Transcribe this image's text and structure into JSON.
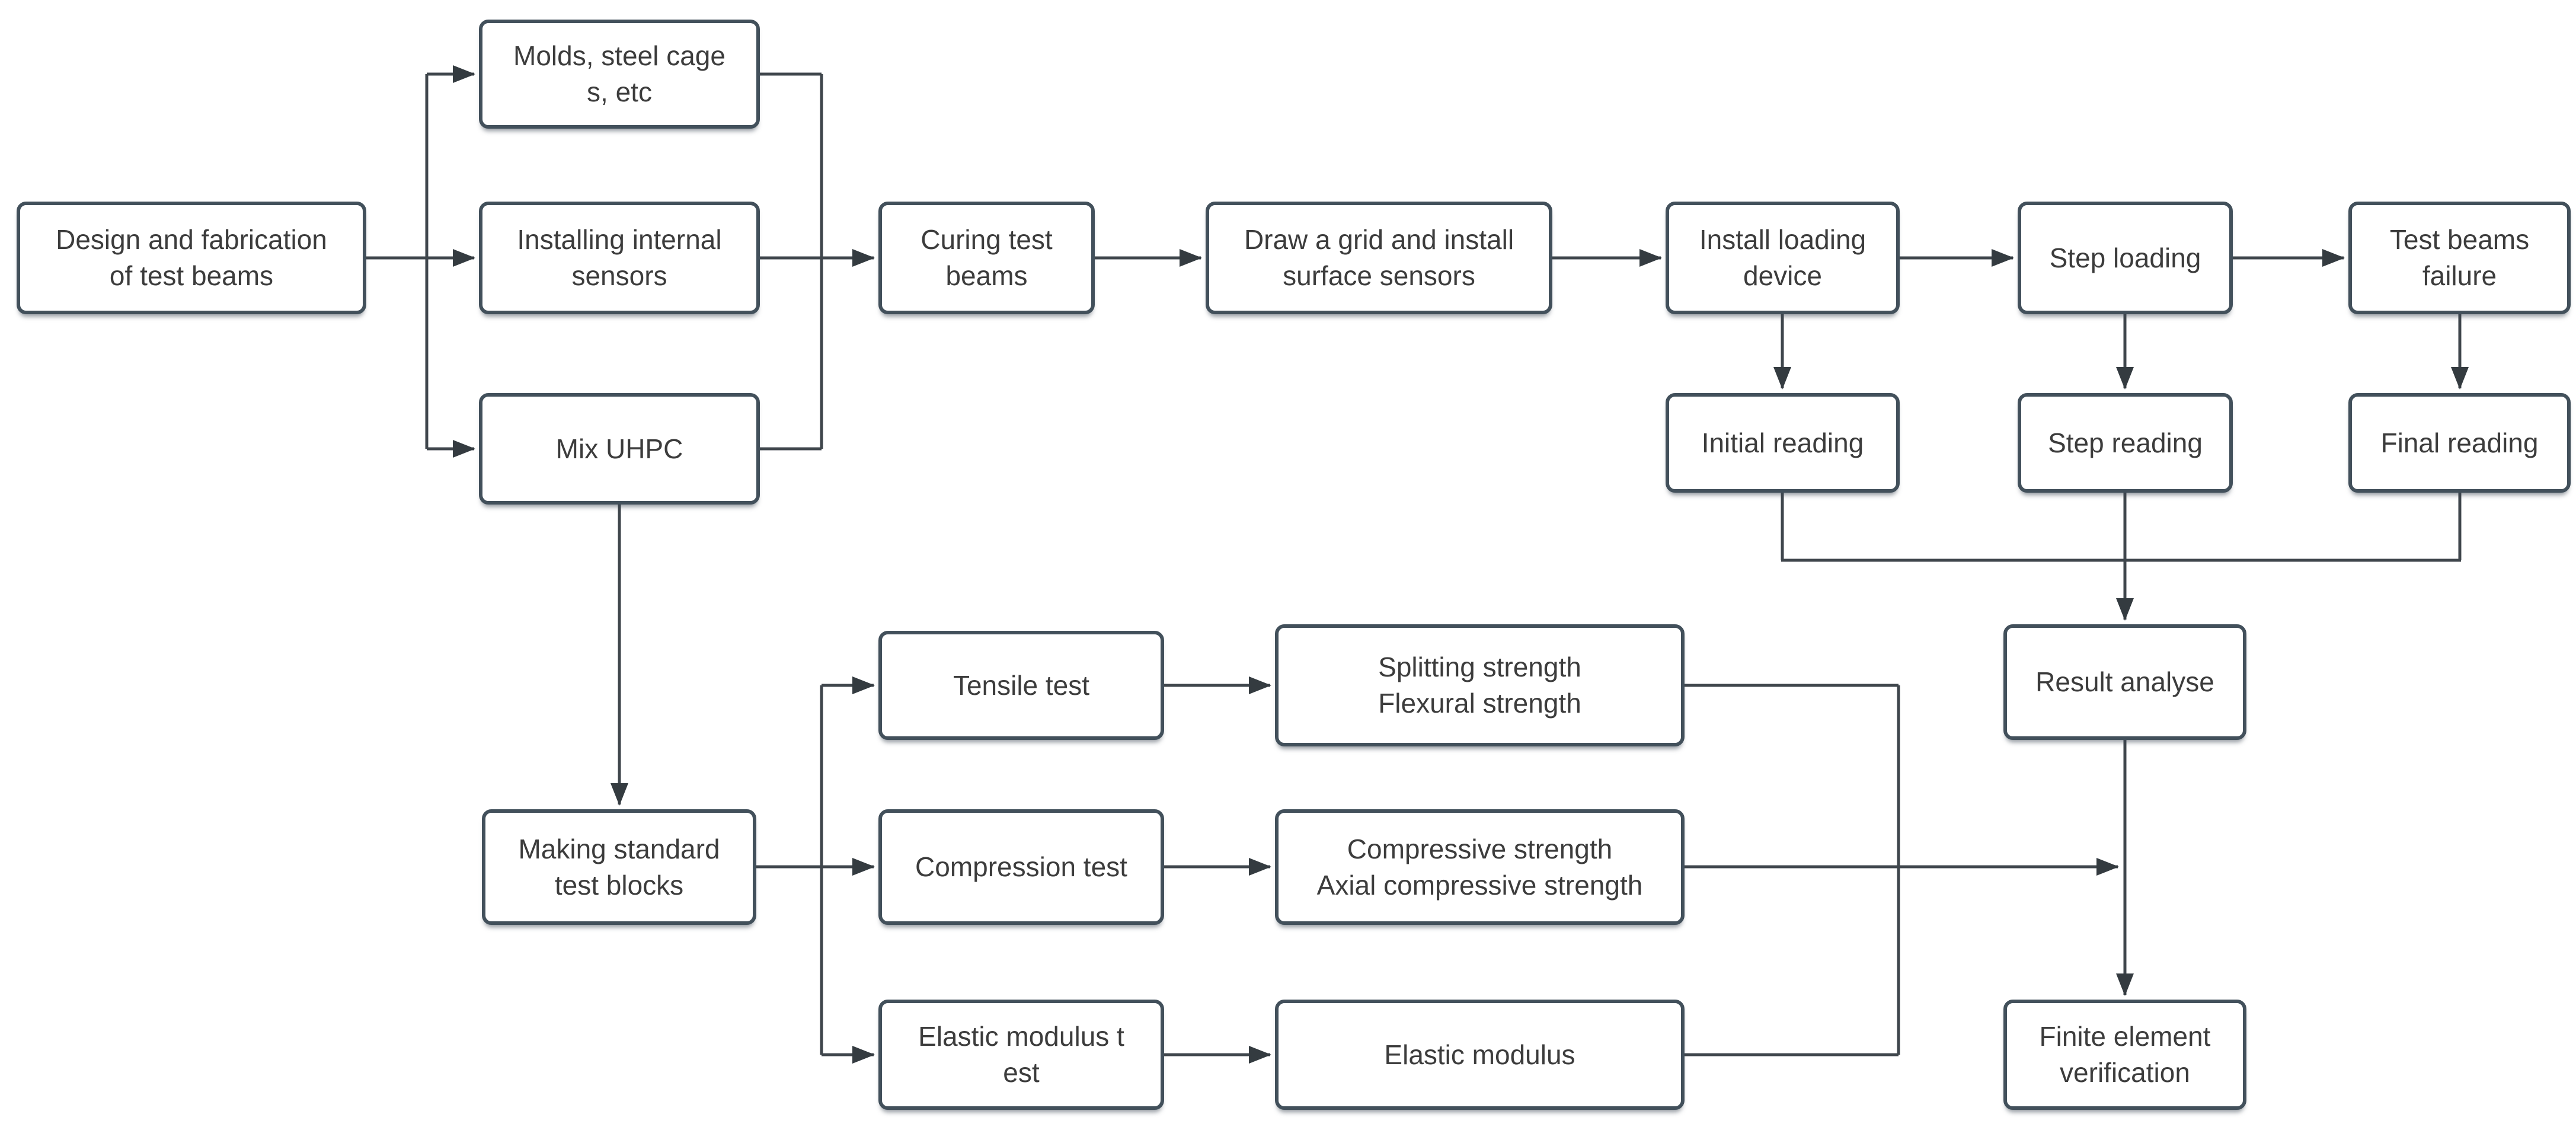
{
  "diagram": {
    "colors": {
      "background": "#ffffff",
      "box_border": "#42505b",
      "box_fill": "#ffffff",
      "connector_line": "#3f464c",
      "arrowhead": "#343b40",
      "text": "#3c3c3c"
    },
    "nodes": {
      "design_fabrication": {
        "label": "Design and fabrication\nof test beams"
      },
      "molds_steel_cages": {
        "label": "Molds, steel cage\ns, etc"
      },
      "installing_internal_sensors": {
        "label": "Installing internal\nsensors"
      },
      "mix_uhpc": {
        "label": "Mix UHPC"
      },
      "curing_test_beams": {
        "label": "Curing test\nbeams"
      },
      "draw_grid_install_surface_sensors": {
        "label": "Draw a grid and install\nsurface sensors"
      },
      "install_loading_device": {
        "label": "Install loading\ndevice"
      },
      "step_loading": {
        "label": "Step loading"
      },
      "test_beams_failure": {
        "label": "Test beams\nfailure"
      },
      "initial_reading": {
        "label": "Initial reading"
      },
      "step_reading": {
        "label": "Step reading"
      },
      "final_reading": {
        "label": "Final reading"
      },
      "result_analyse": {
        "label": "Result analyse"
      },
      "making_standard_test_blocks": {
        "label": "Making standard\ntest blocks"
      },
      "tensile_test": {
        "label": "Tensile test"
      },
      "splitting_flexural_strength": {
        "label": "Splitting strength\nFlexural strength"
      },
      "compression_test": {
        "label": "Compression test"
      },
      "compressive_axial_strength": {
        "label": "Compressive strength\nAxial compressive strength"
      },
      "elastic_modulus_test": {
        "label": "Elastic modulus t\nest"
      },
      "elastic_modulus": {
        "label": "Elastic modulus"
      },
      "finite_element_verification": {
        "label": "Finite element\nverification"
      }
    },
    "edges": [
      {
        "from": "design_fabrication",
        "to": "molds_steel_cages"
      },
      {
        "from": "design_fabrication",
        "to": "installing_internal_sensors"
      },
      {
        "from": "design_fabrication",
        "to": "mix_uhpc"
      },
      {
        "from": "molds_steel_cages",
        "to": "curing_test_beams"
      },
      {
        "from": "installing_internal_sensors",
        "to": "curing_test_beams"
      },
      {
        "from": "mix_uhpc",
        "to": "curing_test_beams"
      },
      {
        "from": "curing_test_beams",
        "to": "draw_grid_install_surface_sensors"
      },
      {
        "from": "draw_grid_install_surface_sensors",
        "to": "install_loading_device"
      },
      {
        "from": "install_loading_device",
        "to": "step_loading"
      },
      {
        "from": "step_loading",
        "to": "test_beams_failure"
      },
      {
        "from": "install_loading_device",
        "to": "initial_reading"
      },
      {
        "from": "step_loading",
        "to": "step_reading"
      },
      {
        "from": "test_beams_failure",
        "to": "final_reading"
      },
      {
        "from": "initial_reading",
        "to": "result_analyse"
      },
      {
        "from": "step_reading",
        "to": "result_analyse"
      },
      {
        "from": "final_reading",
        "to": "result_analyse"
      },
      {
        "from": "result_analyse",
        "to": "finite_element_verification"
      },
      {
        "from": "mix_uhpc",
        "to": "making_standard_test_blocks"
      },
      {
        "from": "making_standard_test_blocks",
        "to": "tensile_test"
      },
      {
        "from": "making_standard_test_blocks",
        "to": "compression_test"
      },
      {
        "from": "making_standard_test_blocks",
        "to": "elastic_modulus_test"
      },
      {
        "from": "tensile_test",
        "to": "splitting_flexural_strength"
      },
      {
        "from": "compression_test",
        "to": "compressive_axial_strength"
      },
      {
        "from": "elastic_modulus_test",
        "to": "elastic_modulus"
      },
      {
        "from": "splitting_flexural_strength",
        "to": "finite_element_verification"
      },
      {
        "from": "compressive_axial_strength",
        "to": "finite_element_verification"
      },
      {
        "from": "elastic_modulus",
        "to": "finite_element_verification"
      }
    ]
  }
}
